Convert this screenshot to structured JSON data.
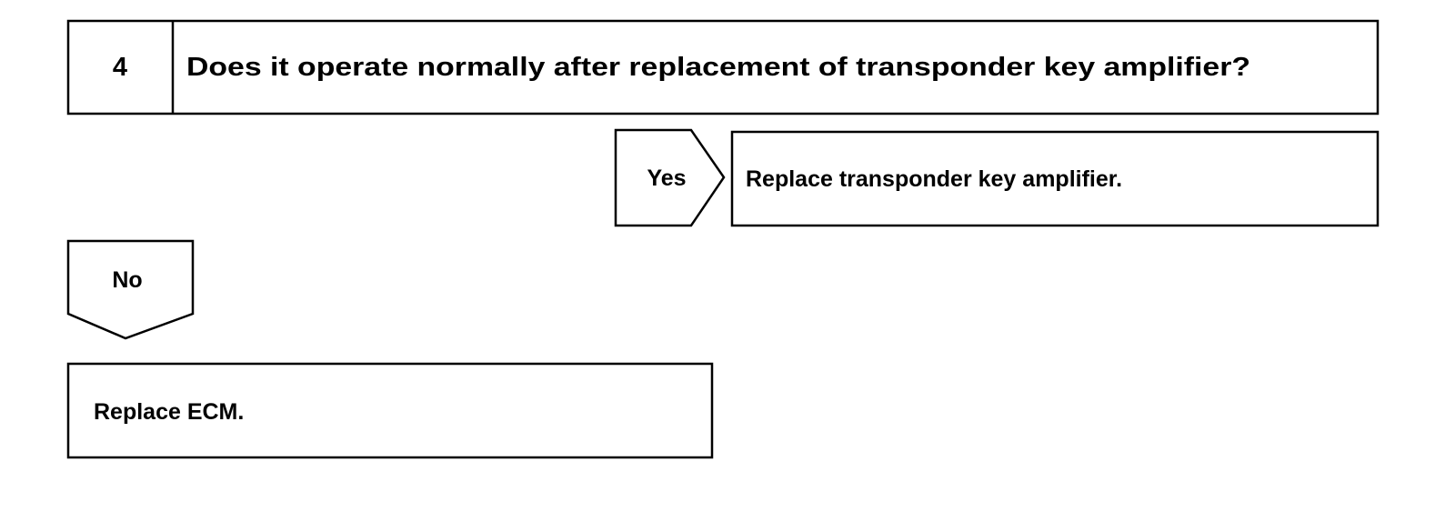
{
  "step": {
    "number": "4",
    "question": "Does it operate normally after replacement of transponder key amplifier?"
  },
  "yes_branch": {
    "label": "Yes",
    "action": "Replace transponder key amplifier."
  },
  "no_branch": {
    "label": "No",
    "action": "Replace ECM."
  },
  "colors": {
    "line": "#000000",
    "background": "#ffffff"
  }
}
